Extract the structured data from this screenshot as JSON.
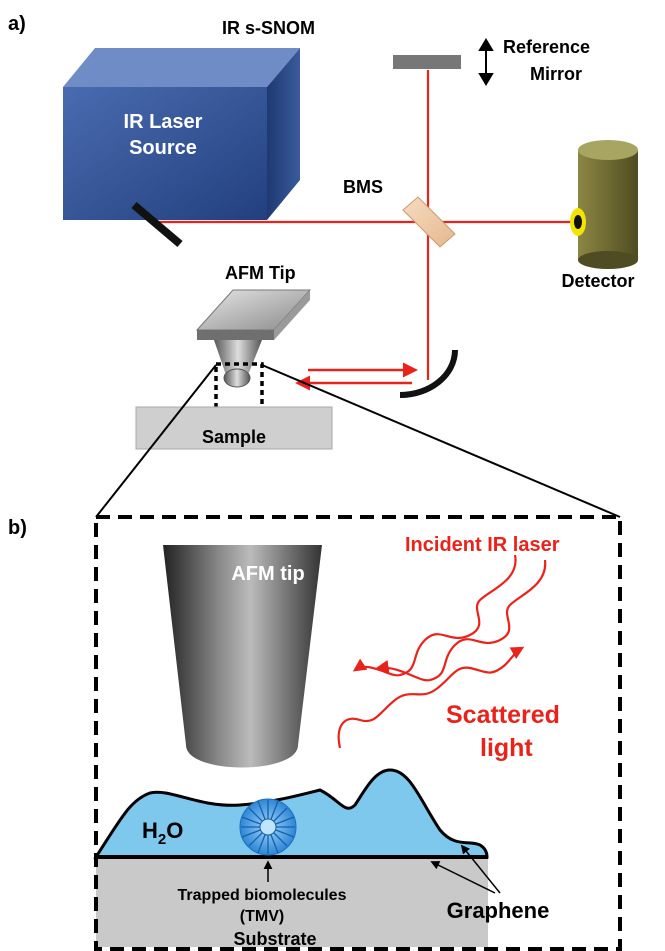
{
  "panel_a": {
    "label": "a)",
    "title": "IR s-SNOM",
    "reference_mirror": [
      "Reference",
      "Mirror"
    ],
    "laser_source": [
      "IR Laser",
      "Source"
    ],
    "beamsplitter": "BMS",
    "detector": "Detector",
    "afm_tip": "AFM Tip",
    "sample": "Sample"
  },
  "panel_b": {
    "label": "b)",
    "afm_tip": "AFM tip",
    "incident": "Incident IR laser",
    "scattered": [
      "Scattered",
      "light"
    ],
    "water_main": "H",
    "water_sub": "2",
    "water_end": "O",
    "biomolecules": [
      "Trapped biomolecules",
      "(TMV)"
    ],
    "graphene": "Graphene",
    "substrate": "Substrate"
  },
  "colors": {
    "laser": "#e8231b",
    "source_blue": "#2f4f8f",
    "water": "#7ec8ee",
    "substrate": "#c9c9c9",
    "detector": "#77733a"
  }
}
